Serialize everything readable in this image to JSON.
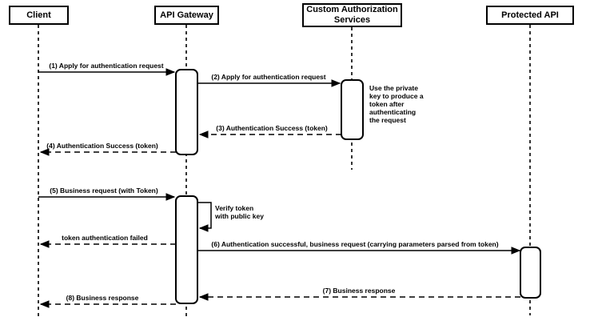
{
  "diagram_type": "uml-sequence",
  "colors": {
    "stroke": "#000000",
    "background": "#ffffff",
    "text": "#000000"
  },
  "actors": [
    {
      "id": "client",
      "label": "Client"
    },
    {
      "id": "api-gateway",
      "label": "API Gateway"
    },
    {
      "id": "custom-authorization-services",
      "label": "Custom Authorization\nServices"
    },
    {
      "id": "protected-api",
      "label": "Protected API"
    }
  ],
  "messages": [
    {
      "label": "(1) Apply for authentication request",
      "from": "client",
      "to": "api-gateway",
      "style": "solid"
    },
    {
      "label": "(2) Apply for authentication request",
      "from": "api-gateway",
      "to": "custom-authorization-services",
      "style": "solid"
    },
    {
      "label": "(3) Authentication Success (token)",
      "from": "custom-authorization-services",
      "to": "api-gateway",
      "style": "dashed"
    },
    {
      "label": "(4) Authentication Success (token)",
      "from": "api-gateway",
      "to": "client",
      "style": "dashed"
    },
    {
      "label": "(5) Business request (with Token)",
      "from": "client",
      "to": "api-gateway",
      "style": "solid"
    },
    {
      "label": "Verify token\nwith public key",
      "from": "api-gateway",
      "to": "api-gateway",
      "style": "self"
    },
    {
      "label": "token authentication failed",
      "from": "api-gateway",
      "to": "client",
      "style": "dashed"
    },
    {
      "label": "(6) Authentication successful, business request (carrying parameters parsed from token)",
      "from": "api-gateway",
      "to": "protected-api",
      "style": "solid"
    },
    {
      "label": "(7) Business response",
      "from": "protected-api",
      "to": "api-gateway",
      "style": "dashed"
    },
    {
      "label": "(8) Business response",
      "from": "api-gateway",
      "to": "client",
      "style": "dashed"
    }
  ],
  "note": {
    "text": "Use the private\nkey to produce a\ntoken after\nauthenticating\nthe request",
    "attached_to": "custom-authorization-services"
  }
}
